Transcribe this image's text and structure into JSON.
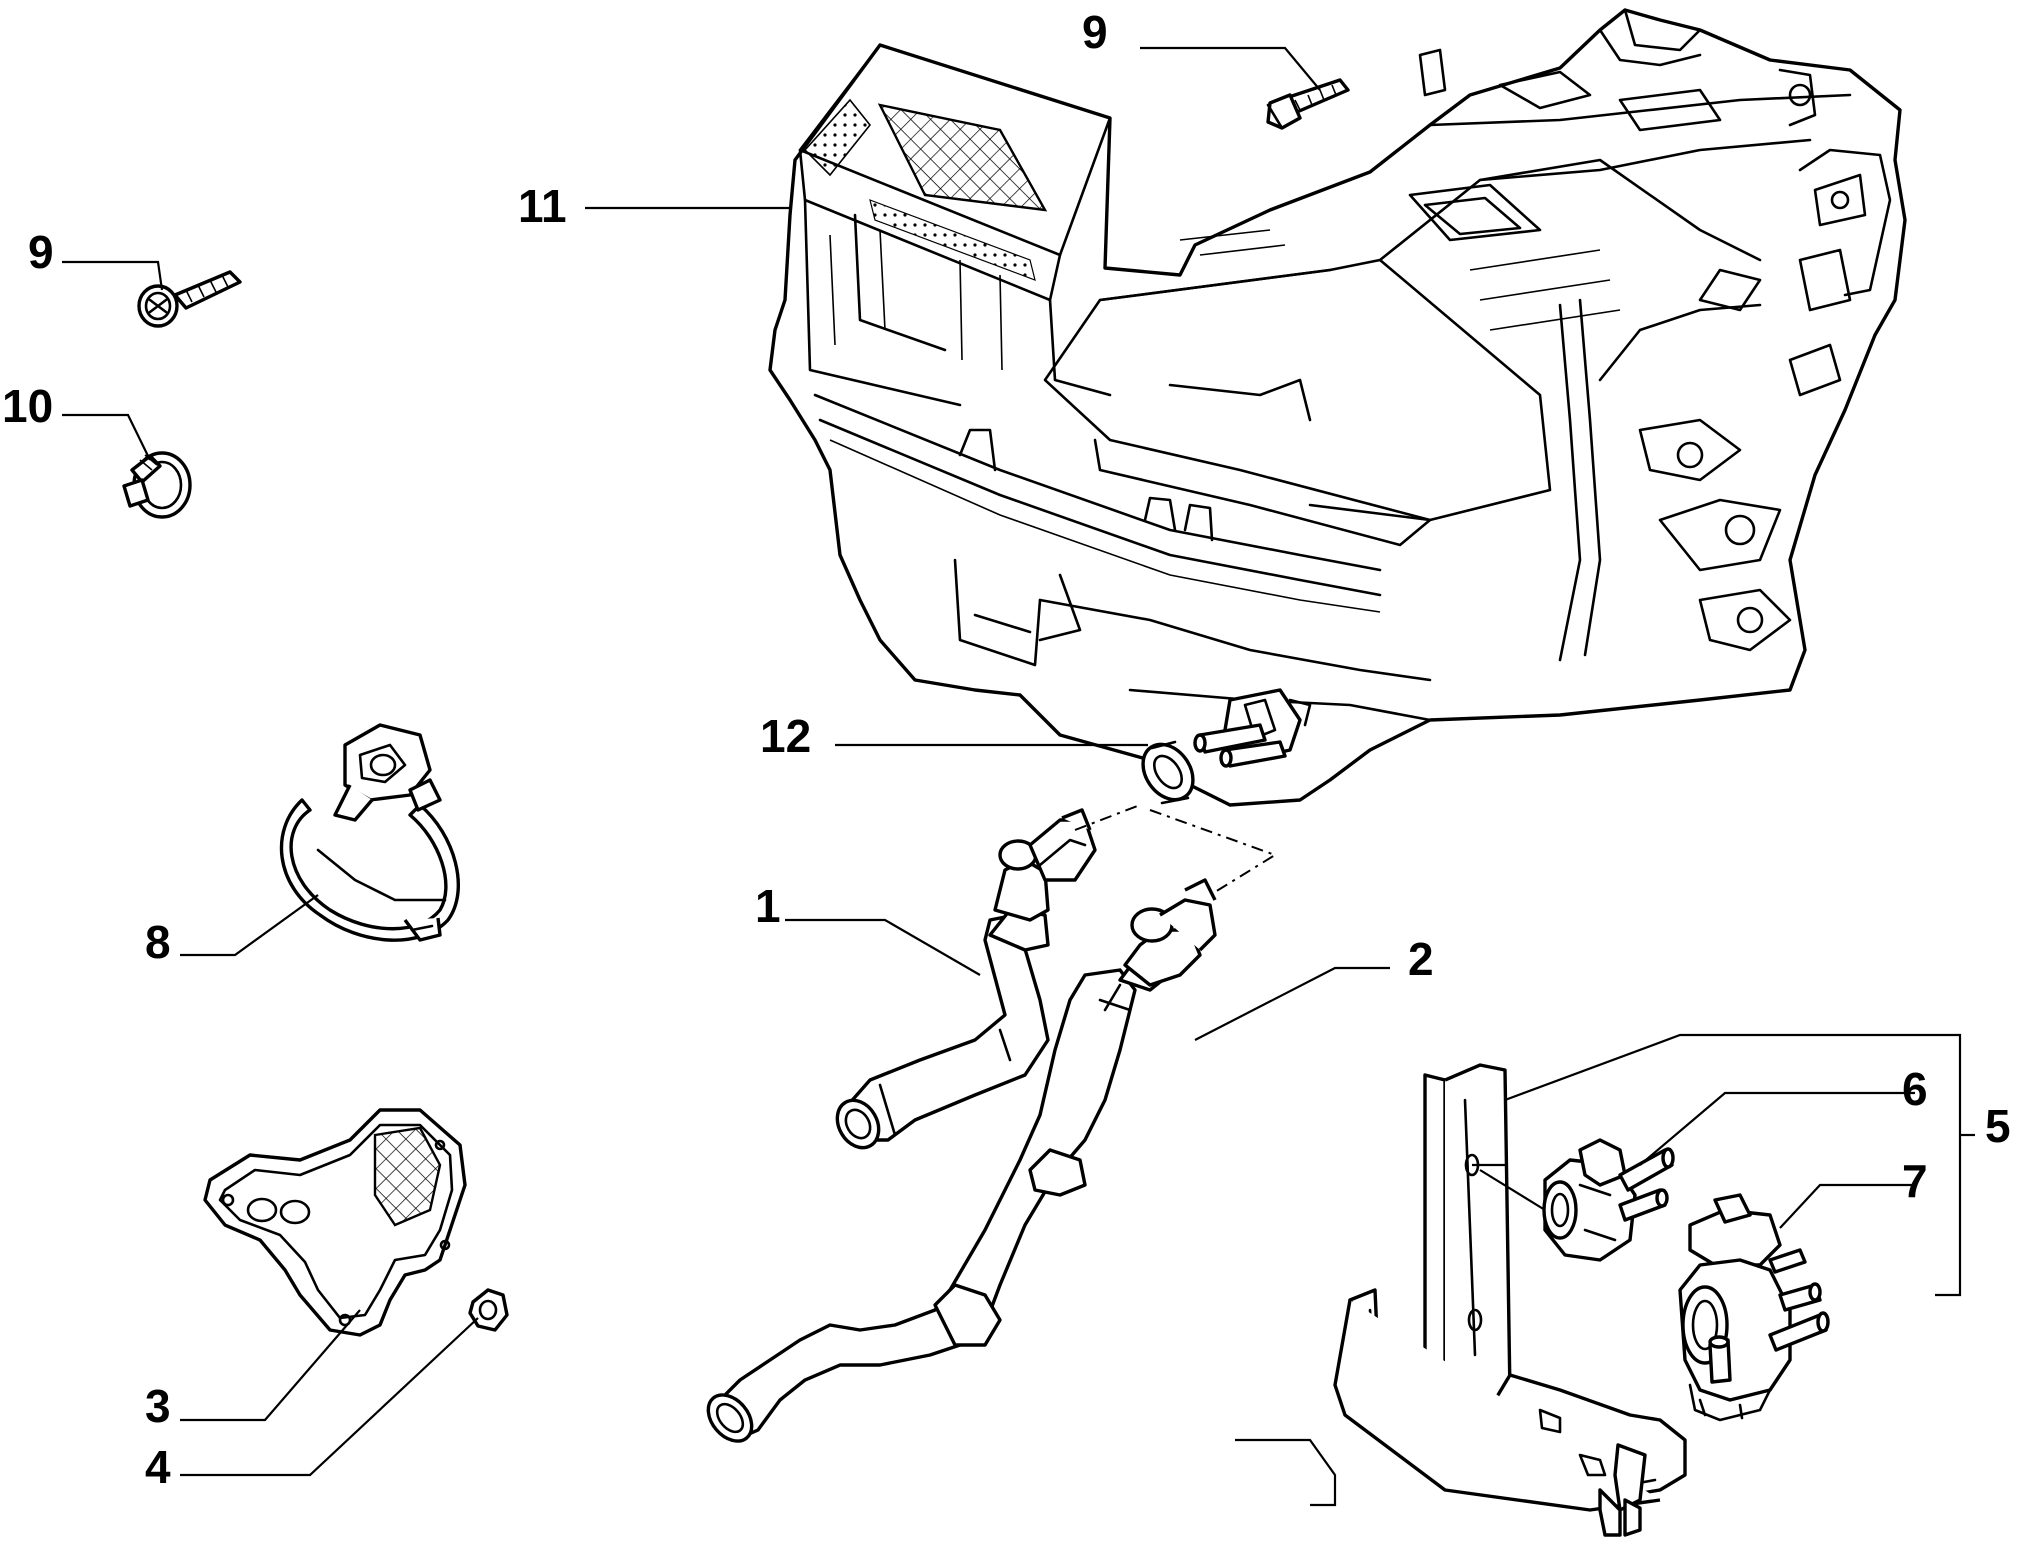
{
  "callouts": {
    "p1": "1",
    "p2": "2",
    "p3": "3",
    "p4": "4",
    "p5": "5",
    "p6": "6",
    "p7": "7",
    "p8": "8",
    "p9a": "9",
    "p9b": "9",
    "p10": "10",
    "p11": "11",
    "p12": "12"
  },
  "colors": {
    "line": "#000000",
    "background": "#ffffff"
  }
}
